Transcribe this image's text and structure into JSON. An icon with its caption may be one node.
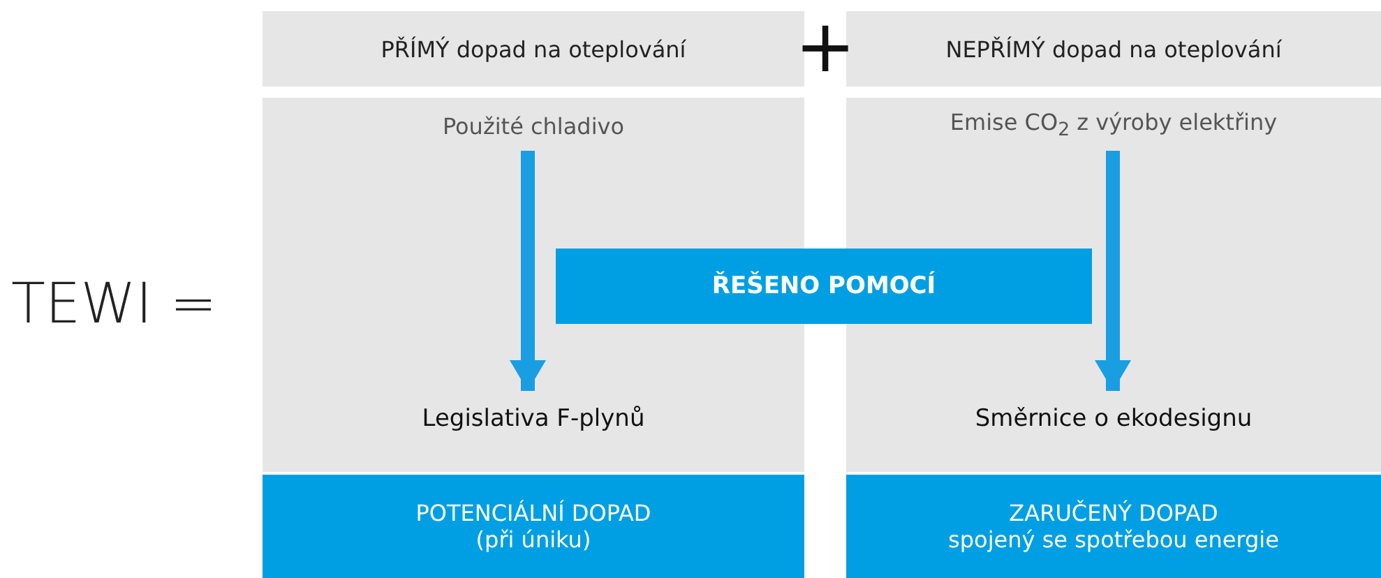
{
  "diagram": {
    "nodes": [
      {
        "text": [
          "PŘÍMÝ dopad na oteplování"
        ]
      },
      {
        "text": [
          "NEPŘÍMÝ dopad na oteplování"
        ]
      },
      {
        "text": [],
        "shape": "box"
      },
      {
        "text": [
          "Použité chladivo"
        ],
        "in": 2
      },
      {
        "text": [],
        "shape": "box"
      },
      {
        "text": [
          "Emise CO$_{2}$ z výroby elektřiny"
        ],
        "in": 4
      },
      {
        "text": [
          "ŘEŠENO POMOCÍ"
        ]
      },
      {
        "text": [
          "Legislativa F-plynů"
        ],
        "in": 2
      },
      {
        "text": [
          "Směrnice o ekodesignu"
        ],
        "in": 4
      },
      {
        "text": [
          "POTENCIÁLNÍ DOPAD",
          "(při úniku)"
        ]
      },
      {
        "text": [
          "ZARUČENÝ DOPAD",
          "spojený se spotřebou energie"
        ]
      }
    ],
    "edges": [
      {
        "from": 3,
        "to": 7,
        "arrow": "to"
      },
      {
        "from": 5,
        "to": 8,
        "arrow": "to"
      }
    ],
    "labels": [
      "TEWI =",
      "+"
    ]
  }
}
